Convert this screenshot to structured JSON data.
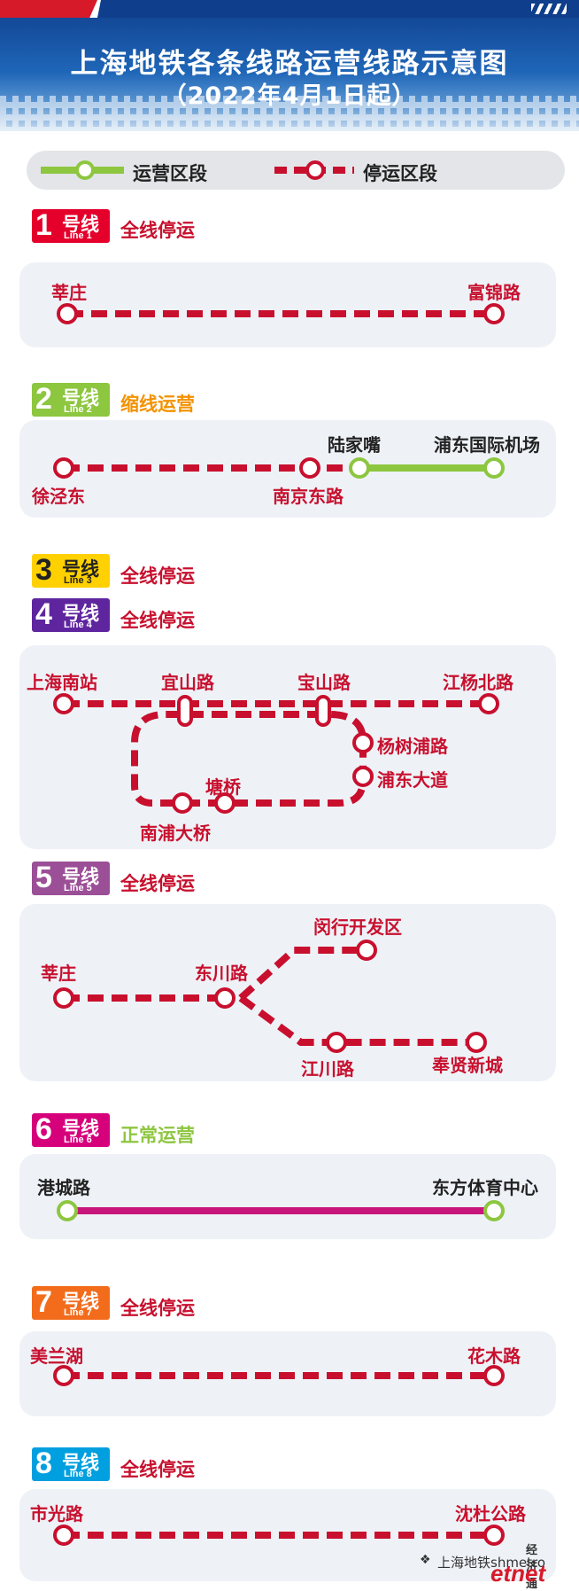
{
  "header": {
    "title": "上海地铁各条线路运营线路示意图",
    "subtitle": "（2022年4月1日起）"
  },
  "legend": {
    "operating": "运营区段",
    "suspended": "停运区段"
  },
  "colors": {
    "suspended": "#c8102e",
    "operating": "#8dc63f",
    "line6": "#c8157b"
  },
  "lines": [
    {
      "num": "1",
      "hao": "号线",
      "en": "Line 1",
      "color": "#e4002b",
      "status": "全线停运",
      "status_color": "#c8102e",
      "stations": [
        "莘庄",
        "富锦路"
      ]
    },
    {
      "num": "2",
      "hao": "号线",
      "en": "Line 2",
      "color": "#8dc63f",
      "status": "缩线运营",
      "status_color": "#f39200",
      "stations": [
        "徐泾东",
        "南京东路",
        "陆家嘴",
        "浦东国际机场"
      ]
    },
    {
      "num": "3",
      "hao": "号线",
      "en": "Line 3",
      "color": "#ffd100",
      "status": "全线停运",
      "status_color": "#c8102e",
      "dark_text": true
    },
    {
      "num": "4",
      "hao": "号线",
      "en": "Line 4",
      "color": "#5f259f",
      "status": "全线停运",
      "status_color": "#c8102e",
      "stations": [
        "上海南站",
        "宜山路",
        "宝山路",
        "江杨北路",
        "杨树浦路",
        "浦东大道",
        "塘桥",
        "南浦大桥"
      ]
    },
    {
      "num": "5",
      "hao": "号线",
      "en": "Line 5",
      "color": "#9b4f96",
      "status": "全线停运",
      "status_color": "#c8102e",
      "stations": [
        "莘庄",
        "东川路",
        "闵行开发区",
        "江川路",
        "奉贤新城"
      ]
    },
    {
      "num": "6",
      "hao": "号线",
      "en": "Line 6",
      "color": "#d6007b",
      "status": "正常运营",
      "status_color": "#8dc63f",
      "stations": [
        "港城路",
        "东方体育中心"
      ]
    },
    {
      "num": "7",
      "hao": "号线",
      "en": "Line 7",
      "color": "#f26c1c",
      "status": "全线停运",
      "status_color": "#c8102e",
      "stations": [
        "美兰湖",
        "花木路"
      ]
    },
    {
      "num": "8",
      "hao": "号线",
      "en": "Line 8",
      "color": "#009fdf",
      "status": "全线停运",
      "status_color": "#c8102e",
      "stations": [
        "市光路",
        "沈杜公路"
      ]
    }
  ],
  "footer": {
    "wechat": "上海地铁shmetro",
    "brand": "etnet",
    "brand_cn": "经济通"
  }
}
